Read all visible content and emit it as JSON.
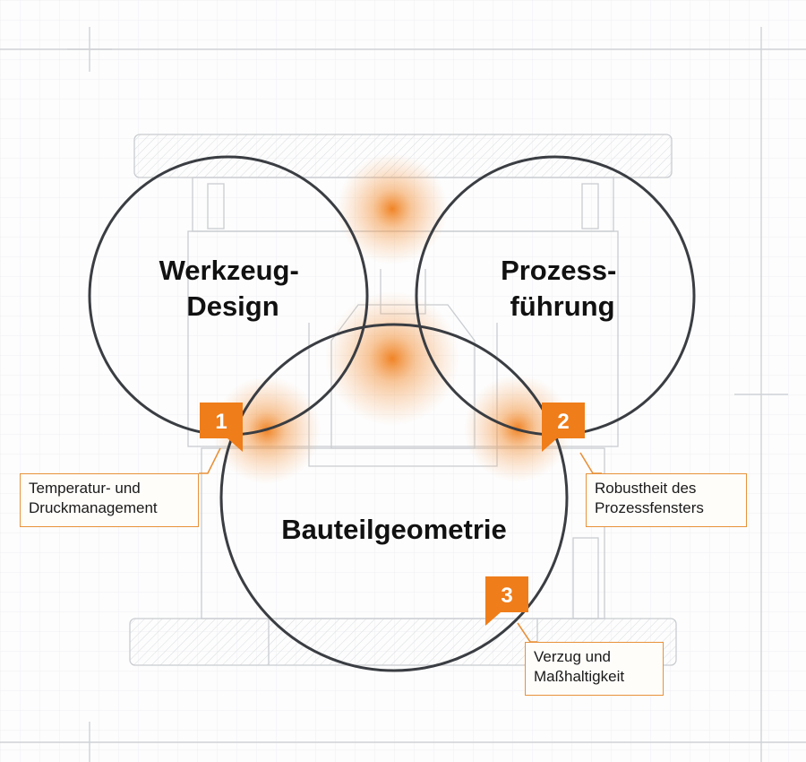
{
  "circles": [
    {
      "id": "werkzeug-design",
      "label_lines": [
        "Werkzeug-",
        "Design"
      ]
    },
    {
      "id": "prozessfuehrung",
      "label_lines": [
        "Prozess-",
        "führung"
      ]
    },
    {
      "id": "bauteilgeometrie",
      "label_lines": [
        "Bauteilgeometrie"
      ]
    }
  ],
  "callouts": [
    {
      "number": "1",
      "lines": [
        "Temperatur- und",
        "Druckmanagement"
      ]
    },
    {
      "number": "2",
      "lines": [
        "Robustheit des",
        "Prozessfensters"
      ]
    },
    {
      "number": "3",
      "lines": [
        "Verzug und",
        "Maßhaltigkeit"
      ]
    }
  ],
  "colors": {
    "accent": "#ef7d1a",
    "circle_stroke": "#3a3d42",
    "callout_border": "#e8913a",
    "blueprint_line": "#cfd2d6",
    "grid": "#eef0f2"
  }
}
